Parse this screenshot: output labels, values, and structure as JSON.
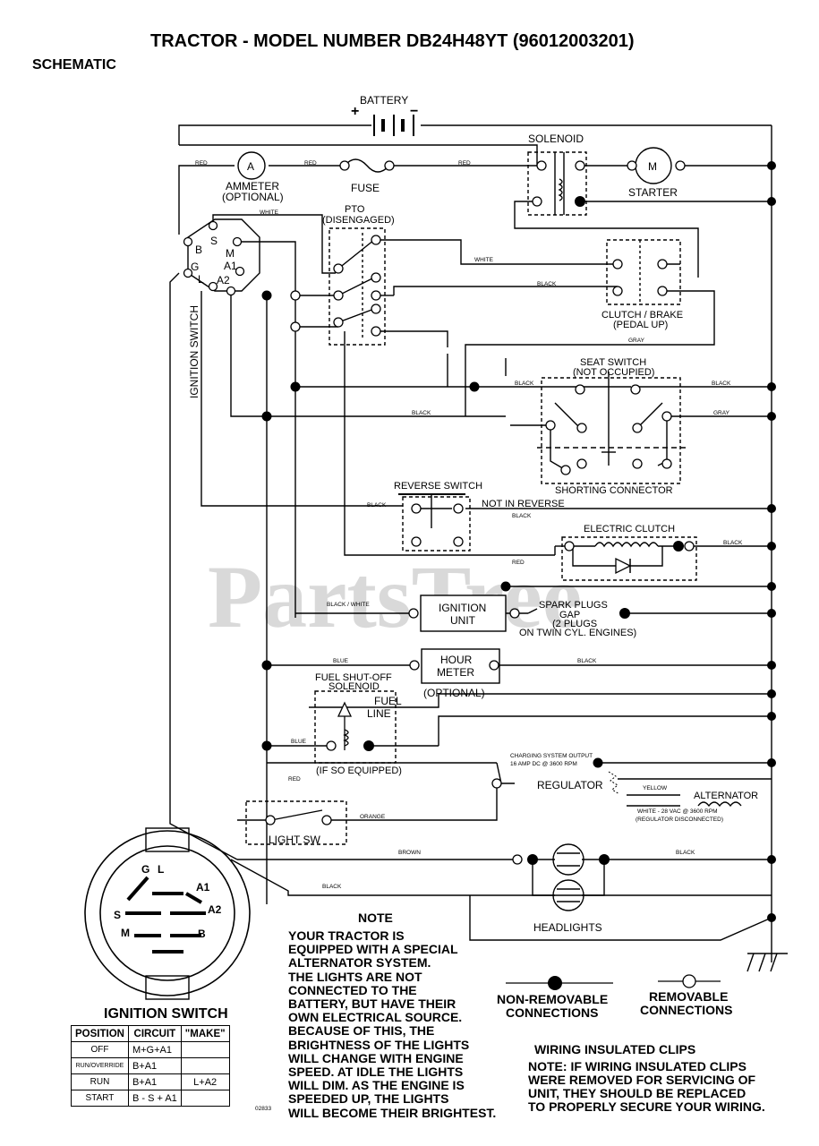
{
  "title": "TRACTOR - MODEL NUMBER DB24H48YT (96012003201)",
  "subtitle": "SCHEMATIC",
  "watermark": "PartsTree",
  "components": {
    "battery": "BATTERY",
    "battery_pos": "+",
    "battery_neg": "−",
    "solenoid": "SOLENOID",
    "ammeter": "AMMETER",
    "ammeter_opt": "(OPTIONAL)",
    "ammeter_symbol": "A",
    "fuse": "FUSE",
    "starter": "STARTER",
    "starter_symbol": "M",
    "pto": "PTO",
    "pto_state": "(DISENGAGED)",
    "clutch_brake": "CLUTCH / BRAKE",
    "clutch_brake_state": "(PEDAL UP)",
    "seat_switch": "SEAT SWITCH",
    "seat_switch_state": "(NOT OCCUPIED)",
    "shorting_connector": "SHORTING CONNECTOR",
    "reverse_switch": "REVERSE SWITCH",
    "not_in_reverse": "NOT IN REVERSE",
    "electric_clutch": "ELECTRIC CLUTCH",
    "ignition_unit_1": "IGNITION",
    "ignition_unit_2": "UNIT",
    "spark_1": "SPARK PLUGS",
    "spark_2": "GAP",
    "spark_3": "(2 PLUGS",
    "spark_4": "ON TWIN CYL. ENGINES)",
    "hour_meter_1": "HOUR",
    "hour_meter_2": "METER",
    "hour_meter_opt": "(OPTIONAL)",
    "fuel_shutoff_1": "FUEL SHUT-OFF",
    "fuel_shutoff_2": "SOLENOID",
    "fuel_line_1": "FUEL",
    "fuel_line_2": "LINE",
    "if_so_equipped": "(IF SO EQUIPPED)",
    "charging_1": "CHARGING SYSTEM OUTPUT",
    "charging_2": "16 AMP DC @ 3600 RPM",
    "regulator": "REGULATOR",
    "alternator": "ALTERNATOR",
    "alt_note_1": "WHITE - 28 VAC @ 3600 RPM",
    "alt_note_2": "(REGULATOR DISCONNECTED)",
    "light_sw": "LIGHT SW",
    "headlights": "HEADLIGHTS",
    "ignition_switch": "IGNITION SWITCH",
    "ignition_terms": {
      "B": "B",
      "S": "S",
      "M": "M",
      "G": "G",
      "A1": "A1",
      "L": "L",
      "A2": "A2"
    },
    "part_code": "02833"
  },
  "wires": {
    "red": "RED",
    "white": "WHITE",
    "black": "BLACK",
    "gray": "GRAY",
    "blue": "BLUE",
    "black_white": "BLACK / WHITE",
    "orange": "ORANGE",
    "yellow": "YELLOW",
    "brown": "BROWN"
  },
  "legend": {
    "non_removable_1": "NON-REMOVABLE",
    "non_removable_2": "CONNECTIONS",
    "removable_1": "REMOVABLE",
    "removable_2": "CONNECTIONS"
  },
  "note": {
    "heading": "NOTE",
    "lines": [
      "YOUR TRACTOR IS",
      "EQUIPPED WITH A SPECIAL",
      "ALTERNATOR SYSTEM.",
      "THE LIGHTS ARE NOT",
      "CONNECTED TO THE",
      "BATTERY, BUT HAVE THEIR",
      "OWN ELECTRICAL SOURCE.",
      "BECAUSE OF THIS, THE",
      "BRIGHTNESS OF THE LIGHTS",
      "WILL CHANGE WITH ENGINE",
      "SPEED.  AT IDLE THE LIGHTS",
      "WILL DIM.  AS THE ENGINE IS",
      "SPEEDED UP, THE LIGHTS",
      "WILL BECOME THEIR BRIGHTEST."
    ]
  },
  "clips": {
    "heading": "WIRING INSULATED CLIPS",
    "lines": [
      "NOTE: IF WIRING INSULATED CLIPS",
      "WERE REMOVED FOR SERVICING OF",
      "UNIT, THEY SHOULD BE REPLACED",
      "TO PROPERLY SECURE YOUR WIRING."
    ]
  },
  "switch_table": {
    "title": "IGNITION SWITCH",
    "headers": [
      "POSITION",
      "CIRCUIT",
      "\"MAKE\""
    ],
    "rows": [
      {
        "position": "OFF",
        "circuit": "M+G+A1",
        "make": ""
      },
      {
        "position": "RUN/OVERRIDE",
        "circuit": "B+A1",
        "make": ""
      },
      {
        "position": "RUN",
        "circuit": "B+A1",
        "make": "L+A2"
      },
      {
        "position": "START",
        "circuit": "B - S + A1",
        "make": ""
      }
    ]
  }
}
